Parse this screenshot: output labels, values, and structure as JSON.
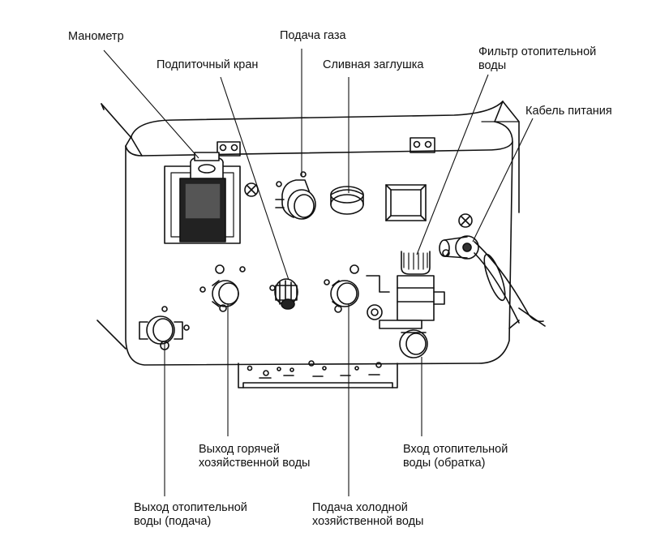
{
  "labels": {
    "manometer": "Манометр",
    "gas_supply": "Подача газа",
    "makeup_valve": "Подпиточный кран",
    "drain_plug": "Сливная заглушка",
    "heating_filter": [
      "Фильтр отопительной",
      "воды"
    ],
    "power_cable": "Кабель питания",
    "dhw_outlet": [
      "Выход горячей",
      "хозяйственной воды"
    ],
    "heating_return": [
      "Вход отопительной",
      "воды (обратка)"
    ],
    "heating_supply": [
      "Выход отопительной",
      "воды (подача)"
    ],
    "cold_water_inlet": [
      "Подача холодной",
      "хозяйственной воды"
    ]
  }
}
